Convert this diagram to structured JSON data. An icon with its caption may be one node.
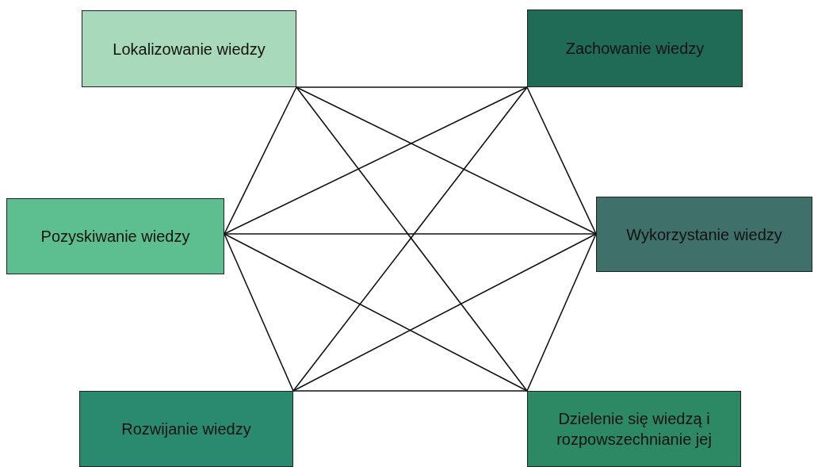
{
  "diagram": {
    "nodes": [
      {
        "text": [
          "Lokalizowanie wiedzy"
        ]
      },
      {
        "text": [
          "Zachowanie wiedzy"
        ]
      },
      {
        "text": [
          "Pozyskiwanie wiedzy"
        ]
      },
      {
        "text": [
          "Wykorzystanie wiedzy"
        ]
      },
      {
        "text": [
          "Rozwijanie wiedzy"
        ]
      },
      {
        "text": [
          "Dzielenie się wiedzą i rozpowszechnianie jej"
        ]
      }
    ],
    "edges": [
      {
        "from": 0,
        "to": 1,
        "arrow": "none"
      },
      {
        "from": 0,
        "to": 2,
        "arrow": "none"
      },
      {
        "from": 0,
        "to": 3,
        "arrow": "none"
      },
      {
        "from": 0,
        "to": 5,
        "arrow": "none"
      },
      {
        "from": 1,
        "to": 2,
        "arrow": "none"
      },
      {
        "from": 1,
        "to": 3,
        "arrow": "none"
      },
      {
        "from": 1,
        "to": 4,
        "arrow": "none"
      },
      {
        "from": 2,
        "to": 3,
        "arrow": "none"
      },
      {
        "from": 2,
        "to": 4,
        "arrow": "none"
      },
      {
        "from": 2,
        "to": 5,
        "arrow": "none"
      },
      {
        "from": 3,
        "to": 4,
        "arrow": "none"
      },
      {
        "from": 3,
        "to": 5,
        "arrow": "none"
      },
      {
        "from": 4,
        "to": 5,
        "arrow": "none"
      }
    ]
  }
}
